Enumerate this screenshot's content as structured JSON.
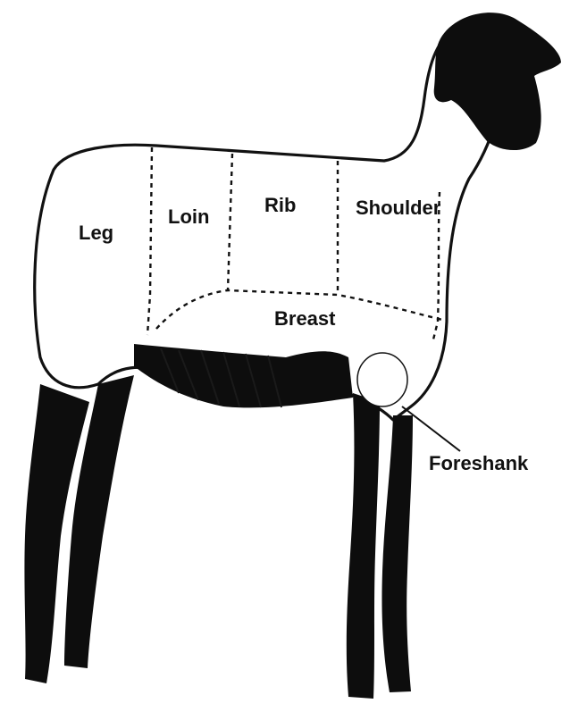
{
  "cuts": {
    "leg": "Leg",
    "loin": "Loin",
    "rib": "Rib",
    "shoulder": "Shoulder",
    "breast": "Breast",
    "foreshank": "Foreshank"
  },
  "colors": {
    "ink": "#111111",
    "background": "#ffffff"
  }
}
